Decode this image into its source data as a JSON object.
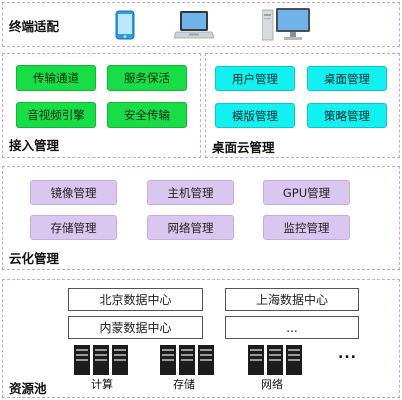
{
  "terminal": {
    "title": "终端适配",
    "devices": [
      "phone-icon",
      "laptop-icon",
      "desktop-icon"
    ]
  },
  "access": {
    "title": "接入管理",
    "items": [
      "传输通道",
      "服务保活",
      "音视频引擎",
      "安全传输"
    ]
  },
  "desktop_cloud": {
    "title": "桌面云管理",
    "items": [
      "用户管理",
      "桌面管理",
      "模版管理",
      "策略管理"
    ]
  },
  "cloudify": {
    "title": "云化管理",
    "items": [
      "镜像管理",
      "主机管理",
      "GPU管理",
      "存储管理",
      "网络管理",
      "监控管理"
    ]
  },
  "resource_pool": {
    "title": "资源池",
    "datacenters": [
      "北京数据中心",
      "上海数据中心",
      "内蒙数据中心",
      "..."
    ],
    "servers": [
      "计算",
      "存储",
      "网络"
    ],
    "more": "..."
  },
  "colors": {
    "panel_border": "#c9a6e6",
    "green": "#19dd47",
    "cyan": "#12f0f0",
    "lavender": "#d9c7ef"
  }
}
